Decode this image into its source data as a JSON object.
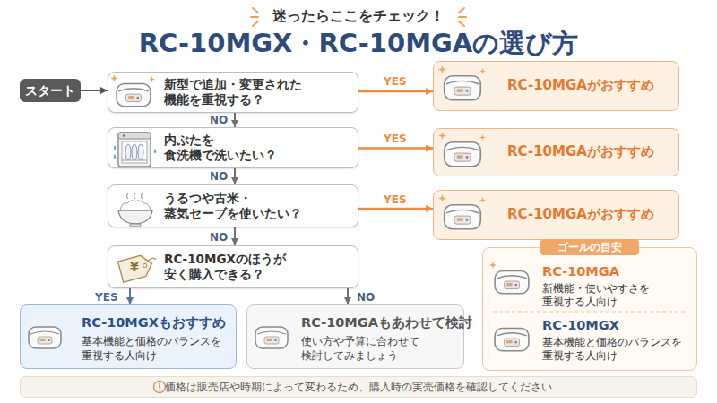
{
  "diagram": {
    "title": "RC-10MGX・RC-10MGAの選び方",
    "nodes": [
      {
        "text": [
          "スタート"
        ]
      },
      {
        "text": [
          "新型で追加・変更された 機能を重視する？"
        ]
      },
      {
        "text": [
          "RC-10MGAがおすすめ"
        ]
      },
      {
        "text": [
          "内ぶたを 食洗機で洗いたい？"
        ]
      },
      {
        "text": [
          "RC-10MGAがおすすめ"
        ]
      },
      {
        "text": [
          "うるつや古米・ 蒸気セーブを使いたい？"
        ]
      },
      {
        "text": [
          "RC-10MGAがおすすめ"
        ]
      },
      {
        "text": [
          "RC-10MGXのほうが 安く購入できる？"
        ]
      },
      {
        "text": [
          "RC-10MGXもおすすめ",
          "基本機能と価格のバランスを 重視する人向け"
        ]
      },
      {
        "text": [
          "RC-10MGAもあわせて検討",
          "使い方や予算に合わせて 検討してみましょう"
        ]
      },
      {
        "text": [
          "ゴールの目安"
        ]
      },
      {
        "text": [
          "RC-10MGA",
          "新機能・使いやすさを 重視する人向け"
        ],
        "in": 10
      },
      {
        "text": [
          "RC-10MGX",
          "基本機能と価格のバランスを 重視する人向け"
        ],
        "in": 10
      },
      {
        "text": [
          "価格は販売店や時期によって変わるため、購入時の実売価格を確認してください"
        ]
      }
    ],
    "edges": [
      {
        "from": 0,
        "to": 1,
        "arrow": "to"
      },
      {
        "from": 1,
        "to": 2,
        "label": "YES",
        "arrow": "to"
      },
      {
        "from": 1,
        "to": 3,
        "label": "NO",
        "arrow": "to"
      },
      {
        "from": 3,
        "to": 4,
        "label": "YES",
        "arrow": "to"
      },
      {
        "from": 3,
        "to": 5,
        "label": "NO",
        "arrow": "to"
      },
      {
        "from": 5,
        "to": 6,
        "label": "YES",
        "arrow": "to"
      },
      {
        "from": 5,
        "to": 7,
        "label": "NO",
        "arrow": "to"
      },
      {
        "from": 7,
        "to": 8,
        "label": "YES",
        "arrow": "to"
      },
      {
        "from": 7,
        "to": 9,
        "label": "NO",
        "arrow": "to"
      }
    ],
    "labels": [
      "迷ったらここをチェック！",
      "¥"
    ]
  }
}
